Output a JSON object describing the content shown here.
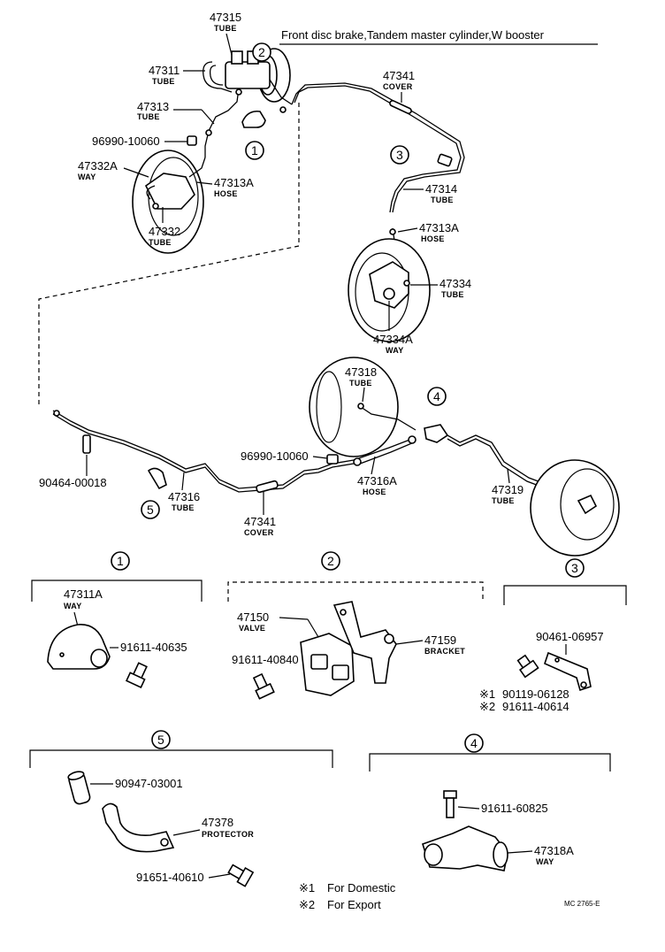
{
  "header": "Front disc brake,Tandem master cylinder,W booster",
  "circle_numbers": [
    "1",
    "2",
    "3",
    "4",
    "5"
  ],
  "parts": [
    {
      "num": "47315",
      "desc": "TUBE"
    },
    {
      "num": "47311",
      "desc": "TUBE"
    },
    {
      "num": "47313",
      "desc": "TUBE"
    },
    {
      "num": "96990-10060",
      "desc": ""
    },
    {
      "num": "47332A",
      "desc": "WAY"
    },
    {
      "num": "47313A",
      "desc": "HOSE"
    },
    {
      "num": "47332",
      "desc": "TUBE"
    },
    {
      "num": "47341",
      "desc": "COVER"
    },
    {
      "num": "47314",
      "desc": "TUBE"
    },
    {
      "num": "47313A",
      "desc": "HOSE"
    },
    {
      "num": "47334",
      "desc": "TUBE"
    },
    {
      "num": "47334A",
      "desc": "WAY"
    },
    {
      "num": "47318",
      "desc": "TUBE"
    },
    {
      "num": "96990-10060",
      "desc": ""
    },
    {
      "num": "47316A",
      "desc": "HOSE"
    },
    {
      "num": "90464-00018",
      "desc": ""
    },
    {
      "num": "47316",
      "desc": "TUBE"
    },
    {
      "num": "47341",
      "desc": "COVER"
    },
    {
      "num": "47319",
      "desc": "TUBE"
    },
    {
      "num": "47311A",
      "desc": "WAY"
    },
    {
      "num": "91611-40635",
      "desc": ""
    },
    {
      "num": "47150",
      "desc": "VALVE"
    },
    {
      "num": "47159",
      "desc": "BRACKET"
    },
    {
      "num": "91611-40840",
      "desc": ""
    },
    {
      "num": "90461-06957",
      "desc": ""
    },
    {
      "num": "90947-03001",
      "desc": ""
    },
    {
      "num": "47378",
      "desc": "PROTECTOR"
    },
    {
      "num": "91651-40610",
      "desc": ""
    },
    {
      "num": "91611-60825",
      "desc": ""
    },
    {
      "num": "47318A",
      "desc": "WAY"
    }
  ],
  "footnote_parts": [
    {
      "mark": "※1",
      "num": "90119-06128"
    },
    {
      "mark": "※2",
      "num": "91611-40614"
    }
  ],
  "legend": [
    {
      "mark": "※1",
      "text": "For Domestic"
    },
    {
      "mark": "※2",
      "text": "For Export"
    }
  ],
  "code": "MC 2765-E"
}
